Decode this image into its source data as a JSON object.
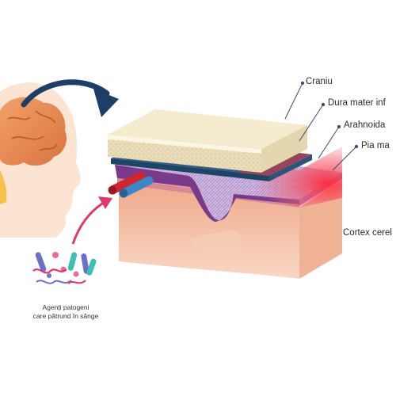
{
  "labels": {
    "craniu": "Craniu",
    "dura_mater": "Dura mater inf",
    "arahnoida": "Arahnoida",
    "pia_mater": "Pia ma",
    "cortex": "Cortex cerel"
  },
  "caption": {
    "line1": "Agenți patogeni",
    "line2": "care pătrund în sânge"
  },
  "colors": {
    "skull": "#f5ecd0",
    "dura": "#2f5f86",
    "arachnoid": "#c9b2dc",
    "pia": "#e8a6ae",
    "cortex": "#f3c2a6",
    "inflammation": "#e8303a",
    "arrow_dark": "#1f3e66",
    "arrow_pink": "#e0386a"
  },
  "icons": [
    "head-silhouette",
    "brain",
    "blood-vessel",
    "pathogens"
  ]
}
